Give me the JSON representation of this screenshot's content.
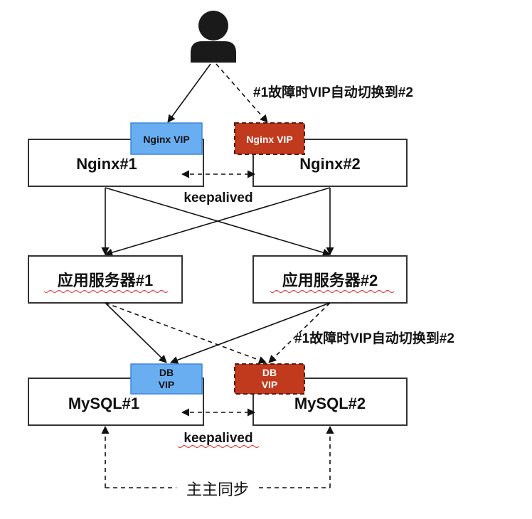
{
  "user": {
    "icon": "user-icon"
  },
  "failover_label": "#1故障时VIP自动切换到#2",
  "nginx": {
    "node1": "Nginx#1",
    "node2": "Nginx#2",
    "vip1": "Nginx VIP",
    "vip2": "Nginx VIP",
    "keepalived": "keepalived"
  },
  "app": {
    "node1": "应用服务器#1",
    "node2": "应用服务器#2"
  },
  "mysql": {
    "node1": "MySQL#1",
    "node2": "MySQL#2",
    "vip1_line1": "DB",
    "vip1_line2": "VIP",
    "vip2_line1": "DB",
    "vip2_line2": "VIP",
    "keepalived": "keepalived",
    "sync": "主主同步"
  },
  "colors": {
    "vip_active": "#6aaef2",
    "vip_standby": "#c13a1e",
    "text": "#111111",
    "spellcheck_underline": "#e23a3a"
  }
}
